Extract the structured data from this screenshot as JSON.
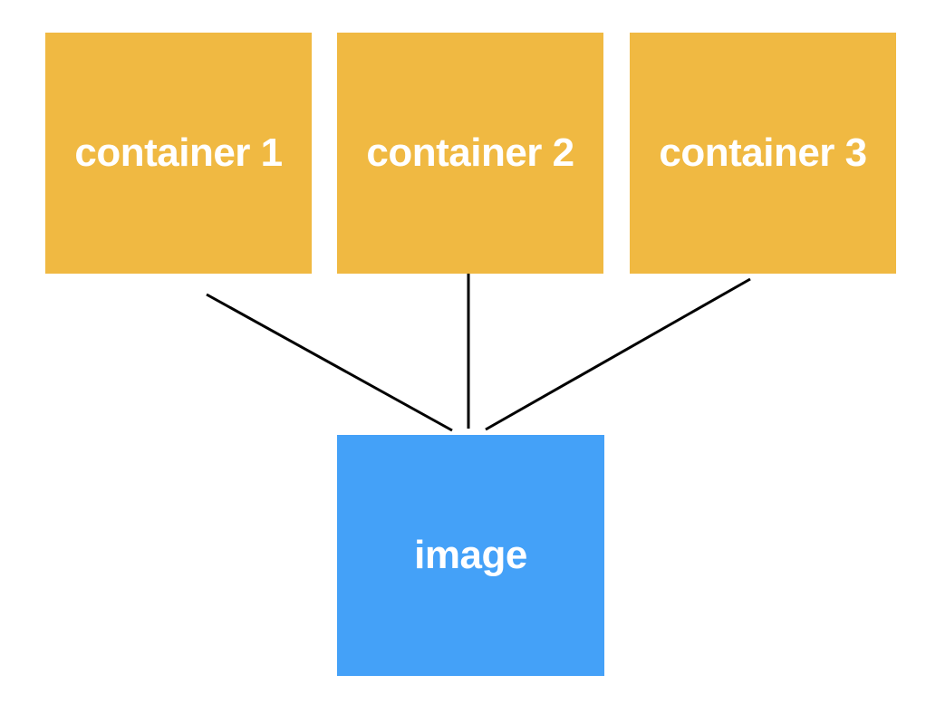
{
  "containers": [
    {
      "label": "container 1"
    },
    {
      "label": "container 2"
    },
    {
      "label": "container 3"
    }
  ],
  "target": {
    "label": "image"
  },
  "colors": {
    "container_fill": "#F0B942",
    "image_fill": "#44A1F8",
    "label_text": "#FFFFFF",
    "connector": "#000000",
    "background": "#FFFFFF"
  }
}
